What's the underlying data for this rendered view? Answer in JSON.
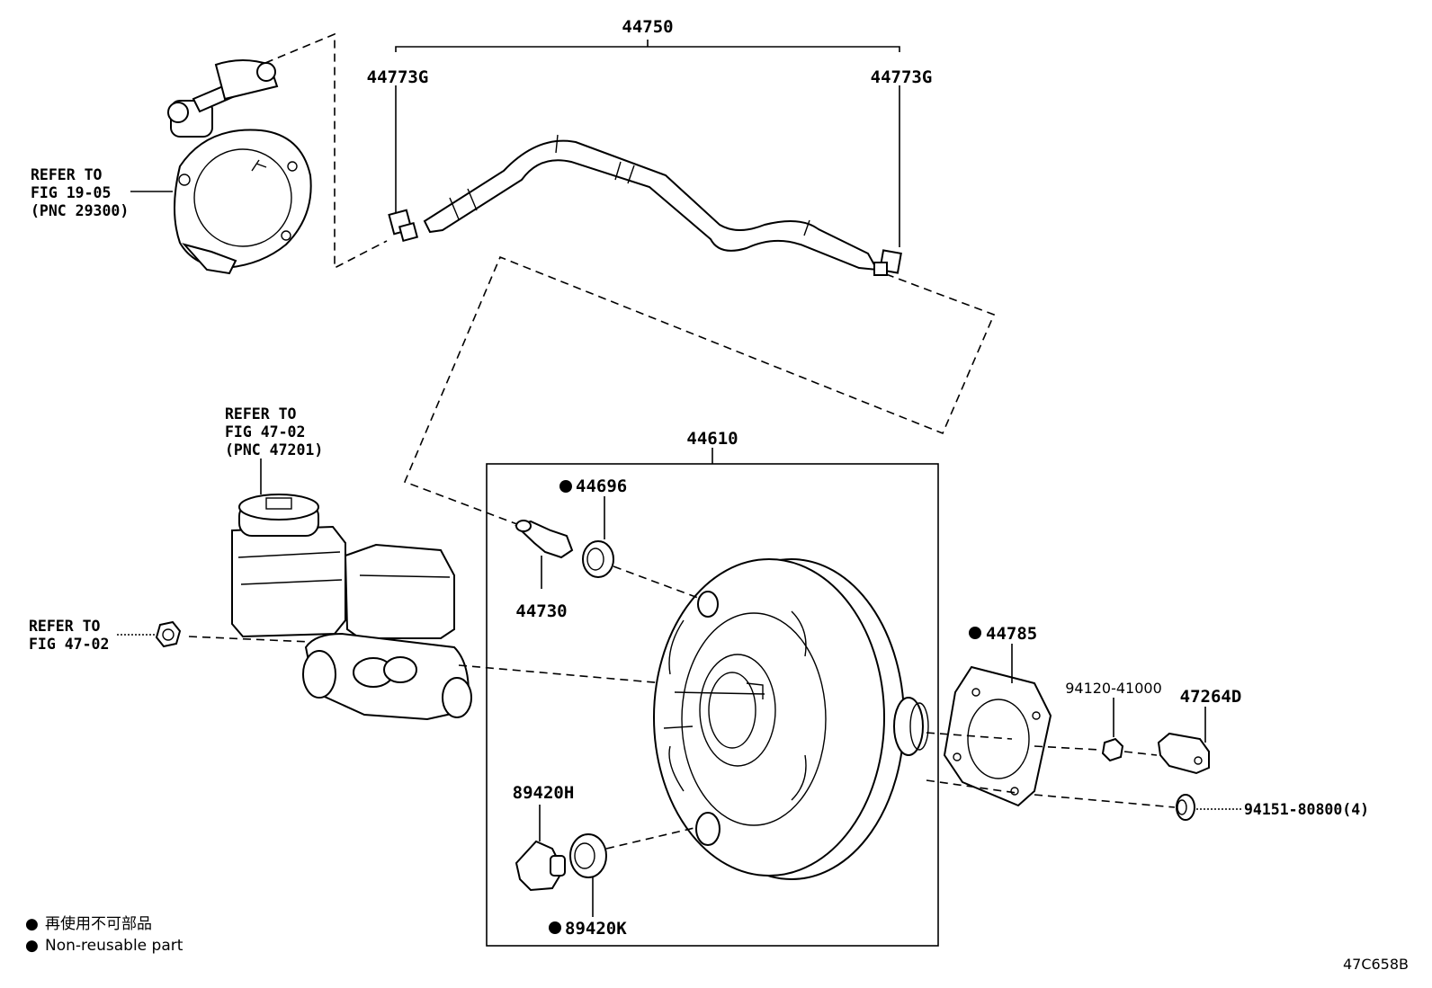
{
  "diagram": {
    "part_labels": {
      "tube_assembly": "44750",
      "clamp_left": "44773G",
      "clamp_right": "44773G",
      "booster_assembly": "44610",
      "grommet_upper": "44696",
      "check_valve": "44730",
      "gasket": "44785",
      "nut": "94120-41000",
      "bracket": "47264D",
      "sensor": "89420H",
      "grommet_lower": "89420K",
      "bolt": "94151-80800(4)"
    },
    "references": {
      "vacuum_pump": [
        "REFER TO",
        "FIG 19-05",
        "(PNC 29300)"
      ],
      "master_cylinder": [
        "REFER TO",
        "FIG 47-02",
        "(PNC 47201)"
      ],
      "nut_left": [
        "REFER TO",
        "FIG 47-02"
      ]
    },
    "non_reusable_parts": [
      "44696",
      "44785",
      "89420K"
    ],
    "legend": {
      "bullet": "●",
      "japanese": "再使用不可部品",
      "english": "Non-reusable part"
    },
    "figure_code": "47C658B"
  }
}
